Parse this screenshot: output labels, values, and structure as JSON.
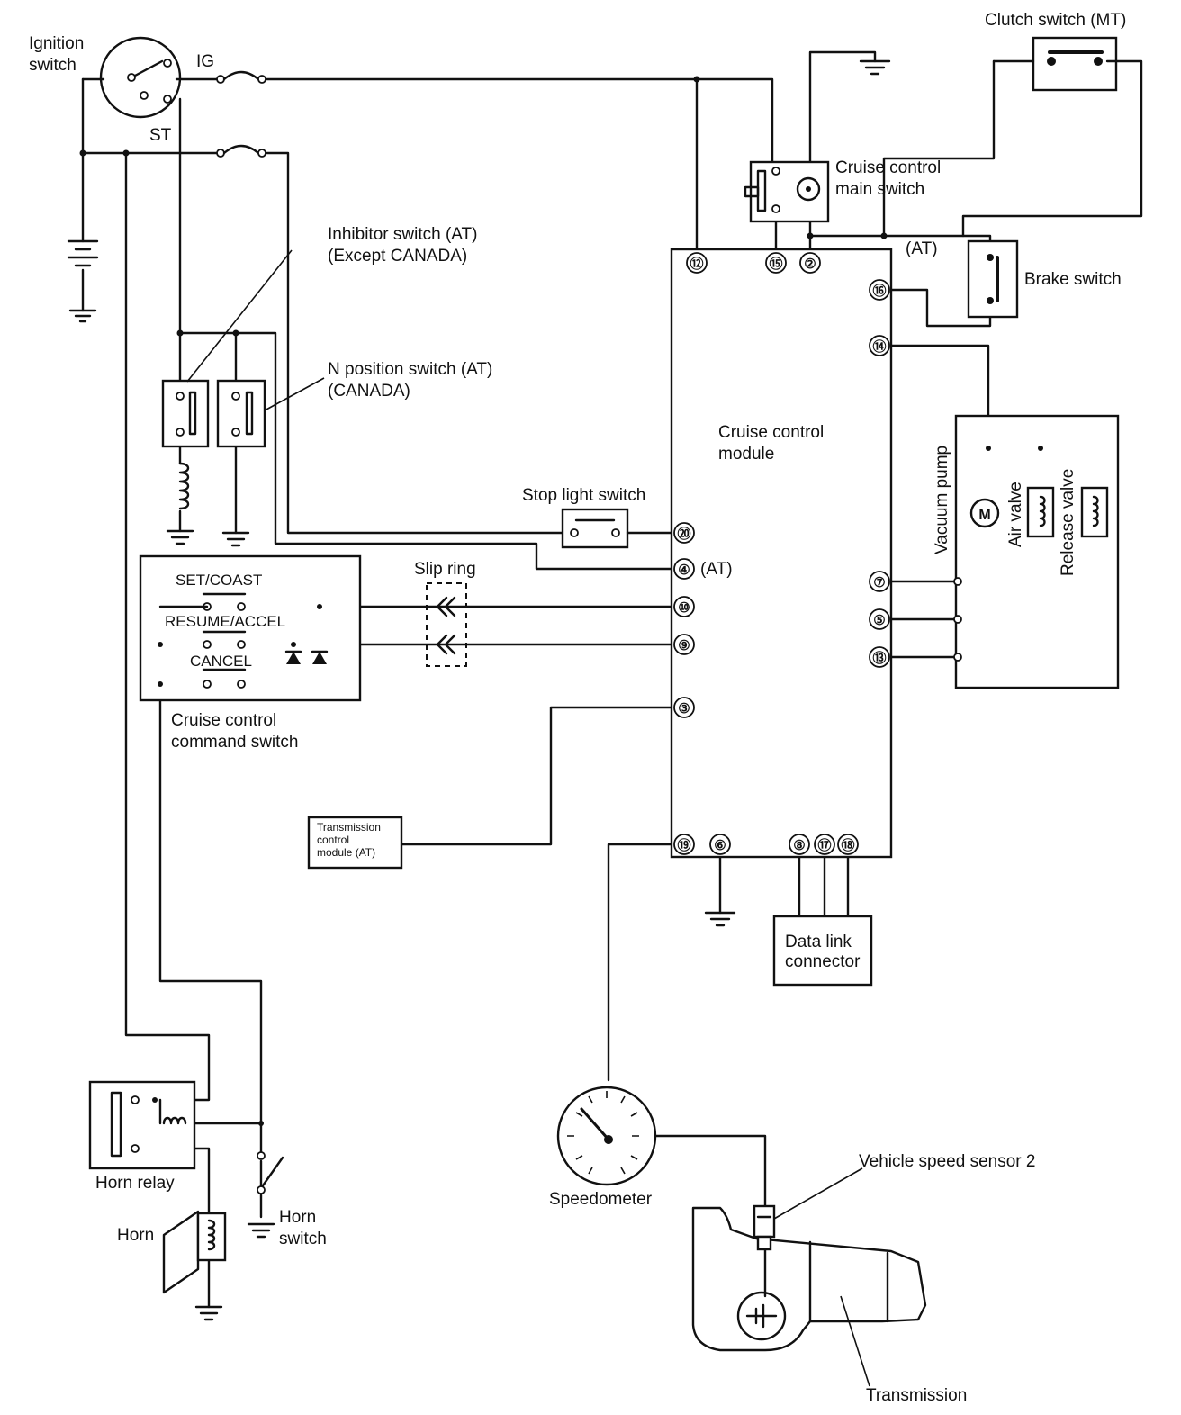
{
  "components": {
    "ignition_switch": "Ignition\nswitch",
    "ig": "IG",
    "st": "ST",
    "inhibitor_switch": "Inhibitor switch (AT)\n(Except CANADA)",
    "n_position_switch": "N position switch (AT)\n(CANADA)",
    "stop_light_switch": "Stop light switch",
    "slip_ring": "Slip ring",
    "command_switch": "Cruise control\ncommand switch",
    "set_coast": "SET/COAST",
    "resume_accel": "RESUME/ACCEL",
    "cancel": "CANCEL",
    "tcm": "Transmission\ncontrol\nmodule (AT)",
    "cruise_module": "Cruise control\nmodule",
    "main_switch": "Cruise control\nmain switch",
    "clutch_switch": "Clutch switch (MT)",
    "brake_switch": "Brake switch",
    "at_brake": "(AT)",
    "at_pin4": "(AT)",
    "vacuum_pump": "Vacuum pump",
    "motor": "M",
    "air_valve": "Air valve",
    "release_valve": "Release valve",
    "data_link": "Data link\nconnector",
    "speedometer": "Speedometer",
    "vss": "Vehicle speed sensor 2",
    "transmission": "Transmission",
    "horn_relay": "Horn relay",
    "horn": "Horn",
    "horn_switch": "Horn\nswitch"
  },
  "pins": {
    "p12": "⑫",
    "p15": "⑮",
    "p2": "②",
    "p16": "⑯",
    "p14": "⑭",
    "p20": "⑳",
    "p4": "④",
    "p10": "⑩",
    "p9": "⑨",
    "p3": "③",
    "p7": "⑦",
    "p5": "⑤",
    "p13": "⑬",
    "p19": "⑲",
    "p6": "⑥",
    "p8": "⑧",
    "p17": "⑰",
    "p18": "⑱"
  }
}
